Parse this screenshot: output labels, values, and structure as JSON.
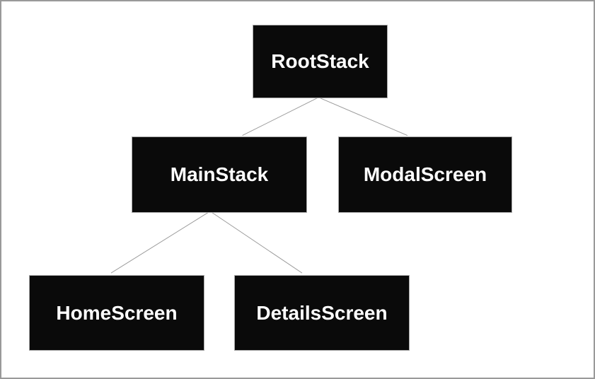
{
  "diagram": {
    "type": "tree",
    "nodes": [
      {
        "id": "rootstack",
        "label": "RootStack"
      },
      {
        "id": "mainstack",
        "label": "MainStack"
      },
      {
        "id": "modalscreen",
        "label": "ModalScreen"
      },
      {
        "id": "homescreen",
        "label": "HomeScreen"
      },
      {
        "id": "detailsscreen",
        "label": "DetailsScreen"
      }
    ],
    "edges": [
      {
        "from": "RootStack",
        "to": "MainStack"
      },
      {
        "from": "RootStack",
        "to": "ModalScreen"
      },
      {
        "from": "MainStack",
        "to": "HomeScreen"
      },
      {
        "from": "MainStack",
        "to": "DetailsScreen"
      }
    ],
    "colors": {
      "node_fill": "#0a0a0a",
      "node_text": "#ffffff",
      "node_border": "#a8a8a8",
      "edge_line": "#9a9a9a",
      "frame_border": "#999999",
      "background": "#ffffff"
    }
  }
}
